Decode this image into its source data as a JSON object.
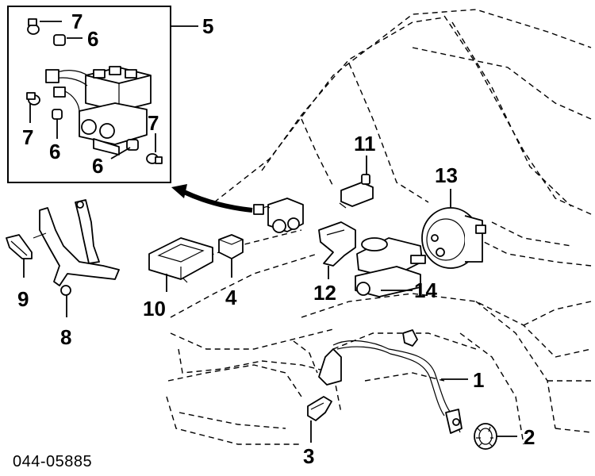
{
  "diagram": {
    "reference_code": "044-05885",
    "callouts": [
      {
        "id": "c1",
        "label": "1"
      },
      {
        "id": "c2",
        "label": "2"
      },
      {
        "id": "c3",
        "label": "3"
      },
      {
        "id": "c4",
        "label": "4"
      },
      {
        "id": "c5",
        "label": "5"
      },
      {
        "id": "c6a",
        "label": "6"
      },
      {
        "id": "c6b",
        "label": "6"
      },
      {
        "id": "c6c",
        "label": "6"
      },
      {
        "id": "c7a",
        "label": "7"
      },
      {
        "id": "c7b",
        "label": "7"
      },
      {
        "id": "c7c",
        "label": "7"
      },
      {
        "id": "c8",
        "label": "8"
      },
      {
        "id": "c9",
        "label": "9"
      },
      {
        "id": "c10",
        "label": "10"
      },
      {
        "id": "c11",
        "label": "11"
      },
      {
        "id": "c12",
        "label": "12"
      },
      {
        "id": "c13",
        "label": "13"
      },
      {
        "id": "c14",
        "label": "14"
      }
    ]
  }
}
